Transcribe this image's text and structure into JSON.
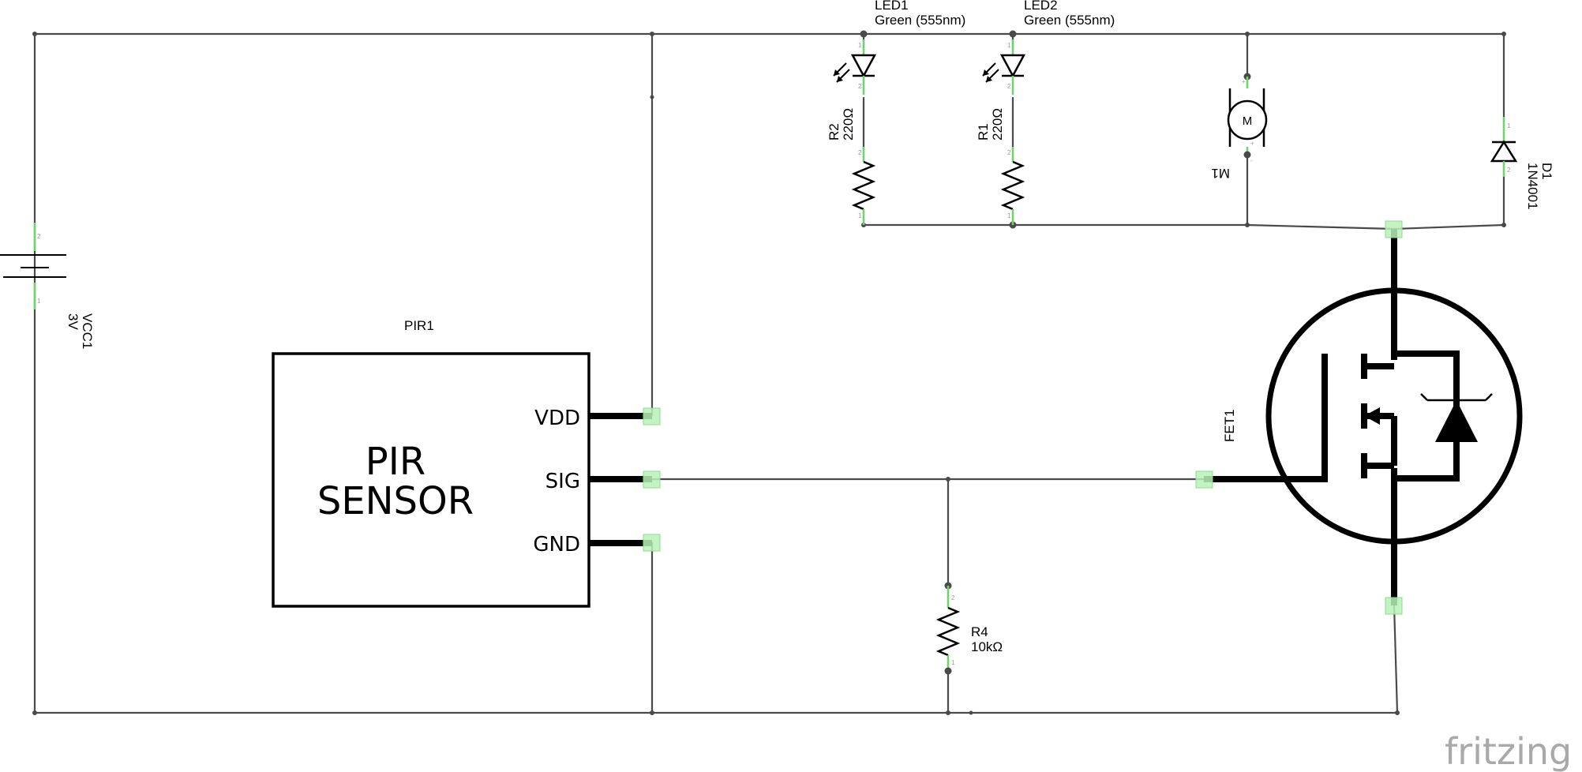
{
  "components": {
    "vcc1": {
      "ref": "VCC1",
      "value": "3V"
    },
    "pir1": {
      "ref": "PIR1",
      "title_line1": "PIR",
      "title_line2": "SENSOR",
      "pin_vdd": "VDD",
      "pin_sig": "SIG",
      "pin_gnd": "GND"
    },
    "led1": {
      "ref": "LED1",
      "value": "Green (555nm)"
    },
    "led2": {
      "ref": "LED2",
      "value": "Green (555nm)"
    },
    "r2": {
      "ref": "R2",
      "value": "220Ω"
    },
    "r1": {
      "ref": "R1",
      "value": "220Ω"
    },
    "m1": {
      "ref": "M1",
      "symbol": "M"
    },
    "d1": {
      "ref": "D1",
      "value": "1N4001"
    },
    "fet1": {
      "ref": "FET1"
    },
    "r4": {
      "ref": "R4",
      "value": "10kΩ"
    }
  },
  "pin_numbers": {
    "one": "1",
    "two": "2",
    "plus": "+",
    "minus": "-"
  },
  "brand": {
    "logo": "fritzing"
  }
}
